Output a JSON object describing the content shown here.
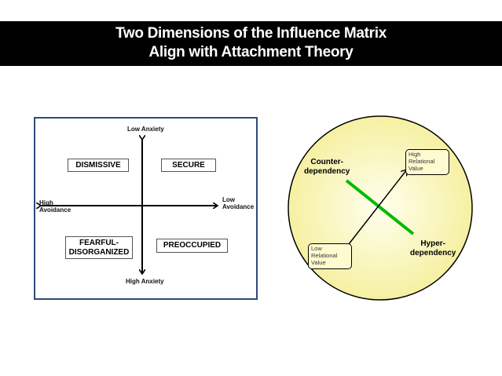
{
  "title": {
    "line1": "Two Dimensions of the Influence Matrix",
    "line2": "Align with Attachment Theory"
  },
  "matrix": {
    "axis_top": "Low Anxiety",
    "axis_bottom": "High  Anxiety",
    "axis_left_line1": "High",
    "axis_left_line2": "Avoidance",
    "axis_right_line1": "Low",
    "axis_right_line2": "Avoidance",
    "quadrants": {
      "top_left": "DISMISSIVE",
      "top_right": "SECURE",
      "bottom_left_line1": "FEARFUL-",
      "bottom_left_line2": "DISORGANIZED",
      "bottom_right": "PREOCCUPIED"
    },
    "border_color": "#2e4a7a"
  },
  "circle": {
    "counter_line1": "Counter-",
    "counter_line2": "dependency",
    "hyper_line1": "Hyper-",
    "hyper_line2": "dependency",
    "high_rv": [
      "High",
      "Relational",
      "Value"
    ],
    "low_rv": [
      "Low",
      "Relational",
      "Value"
    ],
    "fill_center": "#ffffe8",
    "fill_edge": "#f5ef9e",
    "line_color": "#00bb00"
  }
}
